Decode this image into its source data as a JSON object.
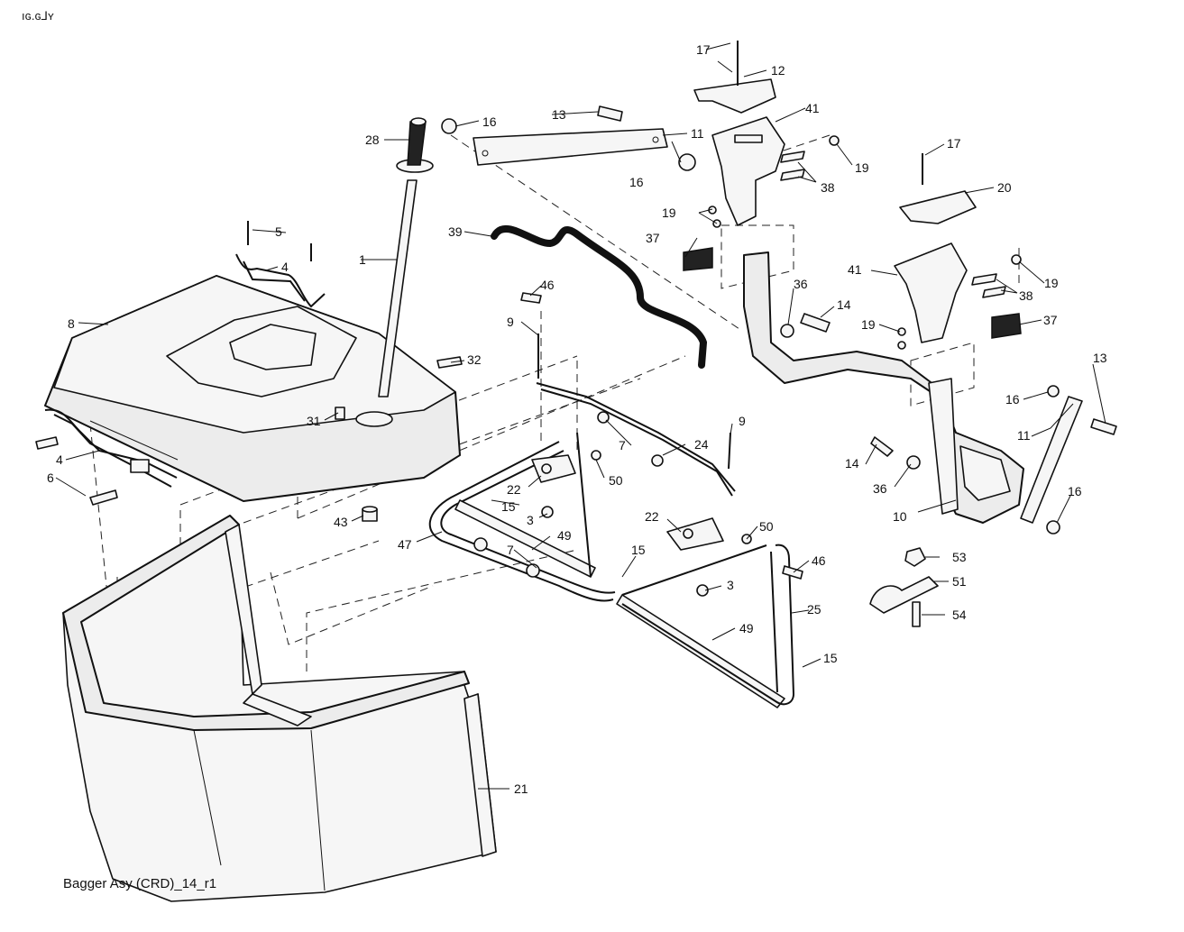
{
  "caption": "Bagger Asy (CRD)_14_r1",
  "top_left_fragment": "ıɢ.ɢ⅃ʏ",
  "callouts": {
    "c1": "1",
    "c3a": "3",
    "c3b": "3",
    "c4a": "4",
    "c4b": "4",
    "c5": "5",
    "c6": "6",
    "c7a": "7",
    "c7b": "7",
    "c8": "8",
    "c9a": "9",
    "c9b": "9",
    "c10": "10",
    "c11a": "11",
    "c11b": "11",
    "c12": "12",
    "c13a": "13",
    "c13b": "13",
    "c14a": "14",
    "c14b": "14",
    "c15a": "15",
    "c15b": "15",
    "c15c": "15",
    "c16a": "16",
    "c16b": "16",
    "c16c": "16",
    "c16d": "16",
    "c17a": "17",
    "c17b": "17",
    "c19a": "19",
    "c19b": "19",
    "c19c": "19",
    "c19d": "19",
    "c20": "20",
    "c21": "21",
    "c22a": "22",
    "c22b": "22",
    "c24": "24",
    "c25": "25",
    "c28": "28",
    "c31": "31",
    "c32": "32",
    "c36a": "36",
    "c36b": "36",
    "c37a": "37",
    "c37b": "37",
    "c38a": "38",
    "c38b": "38",
    "c39": "39",
    "c41a": "41",
    "c41b": "41",
    "c43": "43",
    "c46a": "46",
    "c46b": "46",
    "c47": "47",
    "c49a": "49",
    "c49b": "49",
    "c50a": "50",
    "c50b": "50",
    "c51": "51",
    "c53": "53",
    "c54": "54"
  },
  "colors": {
    "ink": "#111111",
    "part_fill": "#ececec",
    "paper": "#ffffff"
  }
}
